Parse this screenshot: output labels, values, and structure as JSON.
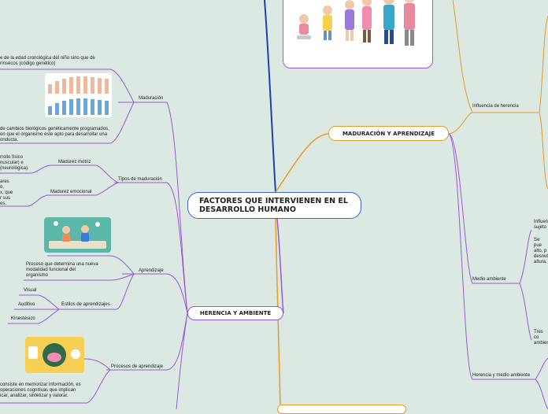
{
  "central": {
    "title": "FACTORES QUE INTERVIENEN EN EL DESARROLLO HUMANO"
  },
  "branches": {
    "maduracion_aprendizaje": "MADURACIÓN Y APRENDIZAJE",
    "herencia_ambiente": "HERENCIA Y AMBIENTE"
  },
  "left": {
    "maduracion": "Maduración",
    "text_edad": "e de la edad cronológica del niño sino que de\nrínsecos (código genético)",
    "text_cambios": "de cambios biológicos genéticamente programados,\non que el organismo este apto para desarrollar una\nonducta.",
    "tipos": "Tipos de maduración",
    "madurez_motriz": "Madurez motriz",
    "text_motriz": "rrollo físico\nnuscular) e\n(neurológica).",
    "madurez_emocional": "Madurez emocional",
    "text_emocional": "ares\no,\nx, que\nr sus\nes.",
    "aprendizaje": "Aprendizaje",
    "text_proceso": "Proceso que determina una nueva\nmodalidad funcional del\norganismo",
    "estilos": "Estilos de aprendizajes",
    "visual": "Visual",
    "auditivo": "Auditivo",
    "kinestesico": "Kinestésico",
    "procesos": "Procesos de aprendizaje",
    "text_memorizar": "consiste en memorizar información, es\noperaciones cognitivas que implican\nicar, analizar, sintetizar y valorar."
  },
  "right": {
    "influencia_herencia": "Influencia de herencia",
    "medio_ambiente": "Medio ambiente",
    "herencia_medio": "Herencia y medio ambiente",
    "text_influen": "Influen\nsujeto",
    "text_sepue": "Se pue\nalto, p\ndesnut\naltura.",
    "text_tres": "Tres co\nambien"
  },
  "colors": {
    "purple": "#9c56d8",
    "orange": "#e89a2a",
    "blue": "#3a63d6",
    "background": "#dce9e3"
  }
}
